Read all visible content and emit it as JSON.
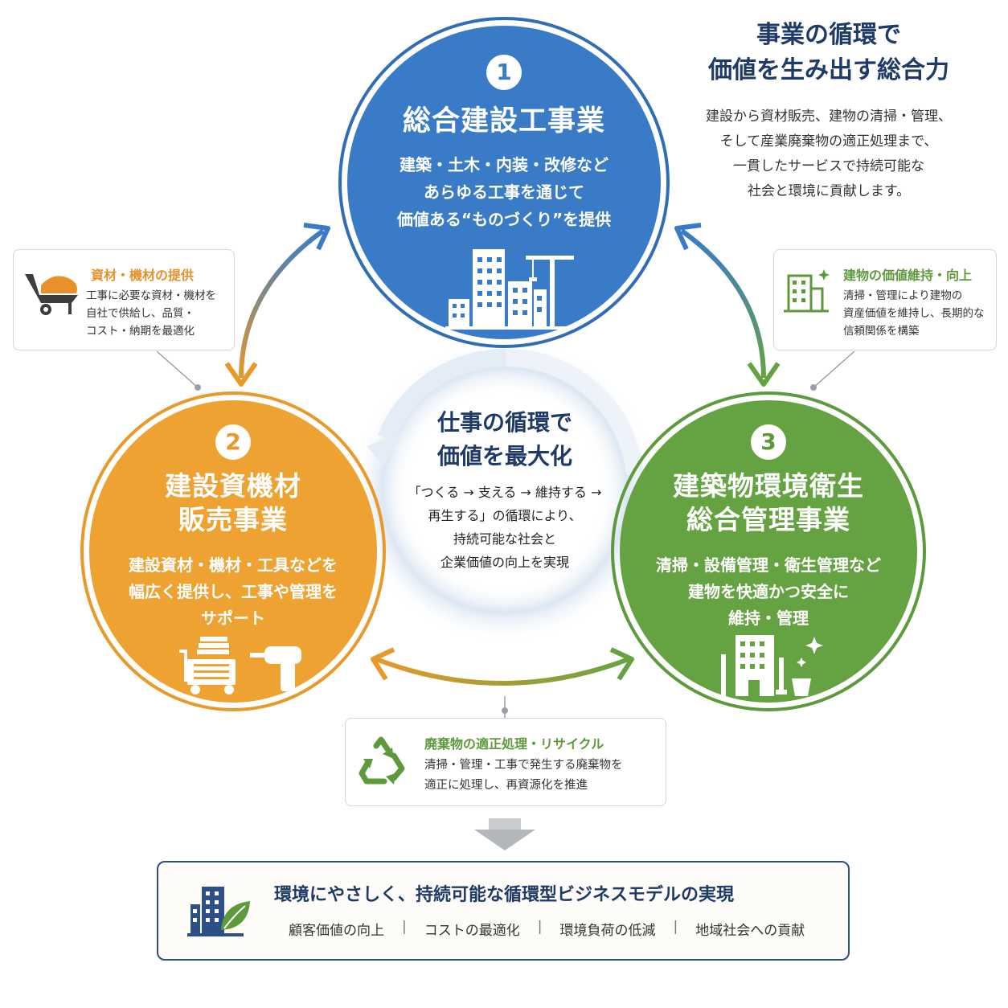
{
  "headline": {
    "line1": "事業の循環で",
    "line2": "価値を生み出す総合力",
    "desc1": "建設から資材販売、建物の清掃・管理、",
    "desc2": "そして産業廃棄物の適正処理まで、",
    "desc3": "一貫したサービスで持続可能な",
    "desc4": "社会と環境に貢献します。"
  },
  "business1": {
    "number": "1",
    "title": "総合建設工事業",
    "desc1": "建築・土木・内装・改修など",
    "desc2": "あらゆる工事を通じて",
    "desc3": "価値ある“ものづくり”を提供",
    "icon": "building-crane-icon",
    "color": "#3a7bc8"
  },
  "business2": {
    "number": "2",
    "title1": "建設資機材",
    "title2": "販売事業",
    "desc1": "建設資材・機材・工具などを",
    "desc2": "幅広く提供し、工事や管理を",
    "desc3": "サポート",
    "icon": "cart-drill-icon",
    "color": "#eda232"
  },
  "business3": {
    "number": "3",
    "title1": "建築物環境衛生",
    "title2": "総合管理事業",
    "desc1": "清掃・設備管理・衛生管理など",
    "desc2": "建物を快適かつ安全に",
    "desc3": "維持・管理",
    "icon": "building-cleaning-icon",
    "color": "#65a342"
  },
  "center": {
    "title1": "仕事の循環で",
    "title2": "価値を最大化",
    "desc1": "「つくる → 支える → 維持する →",
    "desc2": "再生する」の循環により、",
    "desc3": "持続可能な社会と",
    "desc4": "企業価値の向上を実現"
  },
  "callout_materials": {
    "title": "資材・機材の提供",
    "desc1": "工事に必要な資材・機材を",
    "desc2": "自社で供給し、品質・",
    "desc3": "コスト・納期を最適化",
    "icon": "wheelbarrow-icon",
    "color": "#e8902a"
  },
  "callout_value": {
    "title": "建物の価値維持・向上",
    "desc1": "清掃・管理により建物の",
    "desc2": "資産価値を維持し、長期的な",
    "desc3": "信頼関係を構築",
    "icon": "building-sparkle-icon",
    "color": "#5d9a3c"
  },
  "callout_recycle": {
    "title": "廃棄物の適正処理・リサイクル",
    "desc1": "清掃・管理・工事で発生する廃棄物を",
    "desc2": "適正に処理し、再資源化を推進",
    "icon": "recycle-icon",
    "color": "#5d9a3c"
  },
  "bottom": {
    "title": "環境にやさしく、持続可能な循環型ビジネスモデルの実現",
    "tags": [
      "顧客価値の向上",
      "コストの最適化",
      "環境負荷の低減",
      "地域社会への貢献"
    ],
    "icon": "building-leaf-icon",
    "color": "#2b4f86"
  }
}
